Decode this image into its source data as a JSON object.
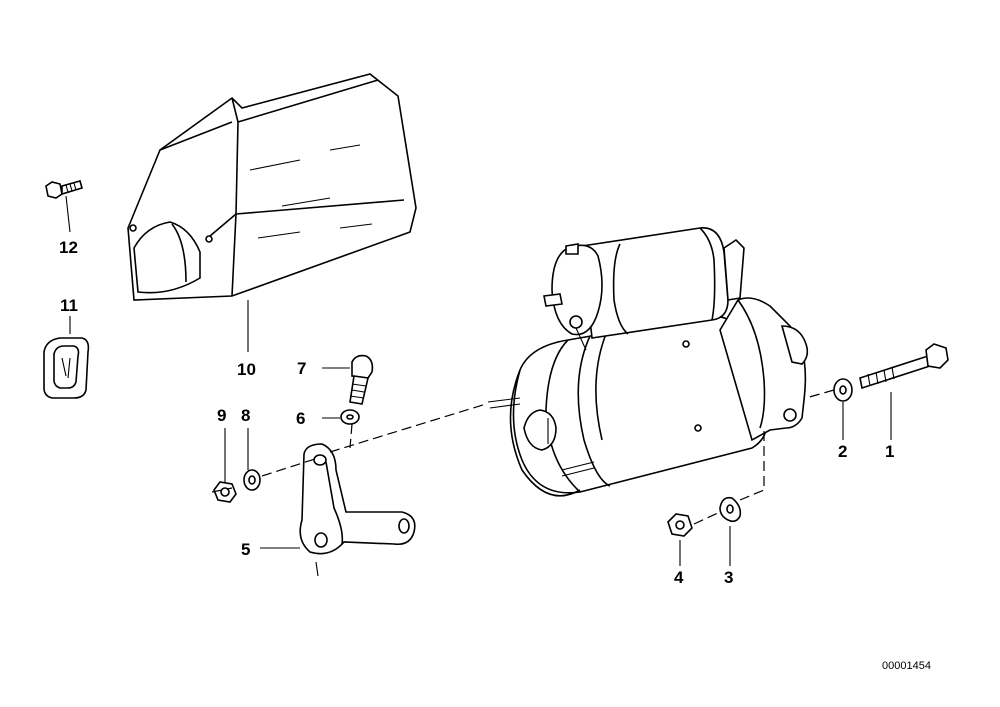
{
  "diagram": {
    "reference_number": "00001454",
    "callouts": {
      "c1": "1",
      "c2": "2",
      "c3": "3",
      "c4": "4",
      "c5": "5",
      "c6": "6",
      "c7": "7",
      "c8": "8",
      "c9": "9",
      "c10": "10",
      "c11": "11",
      "c12": "12"
    }
  }
}
